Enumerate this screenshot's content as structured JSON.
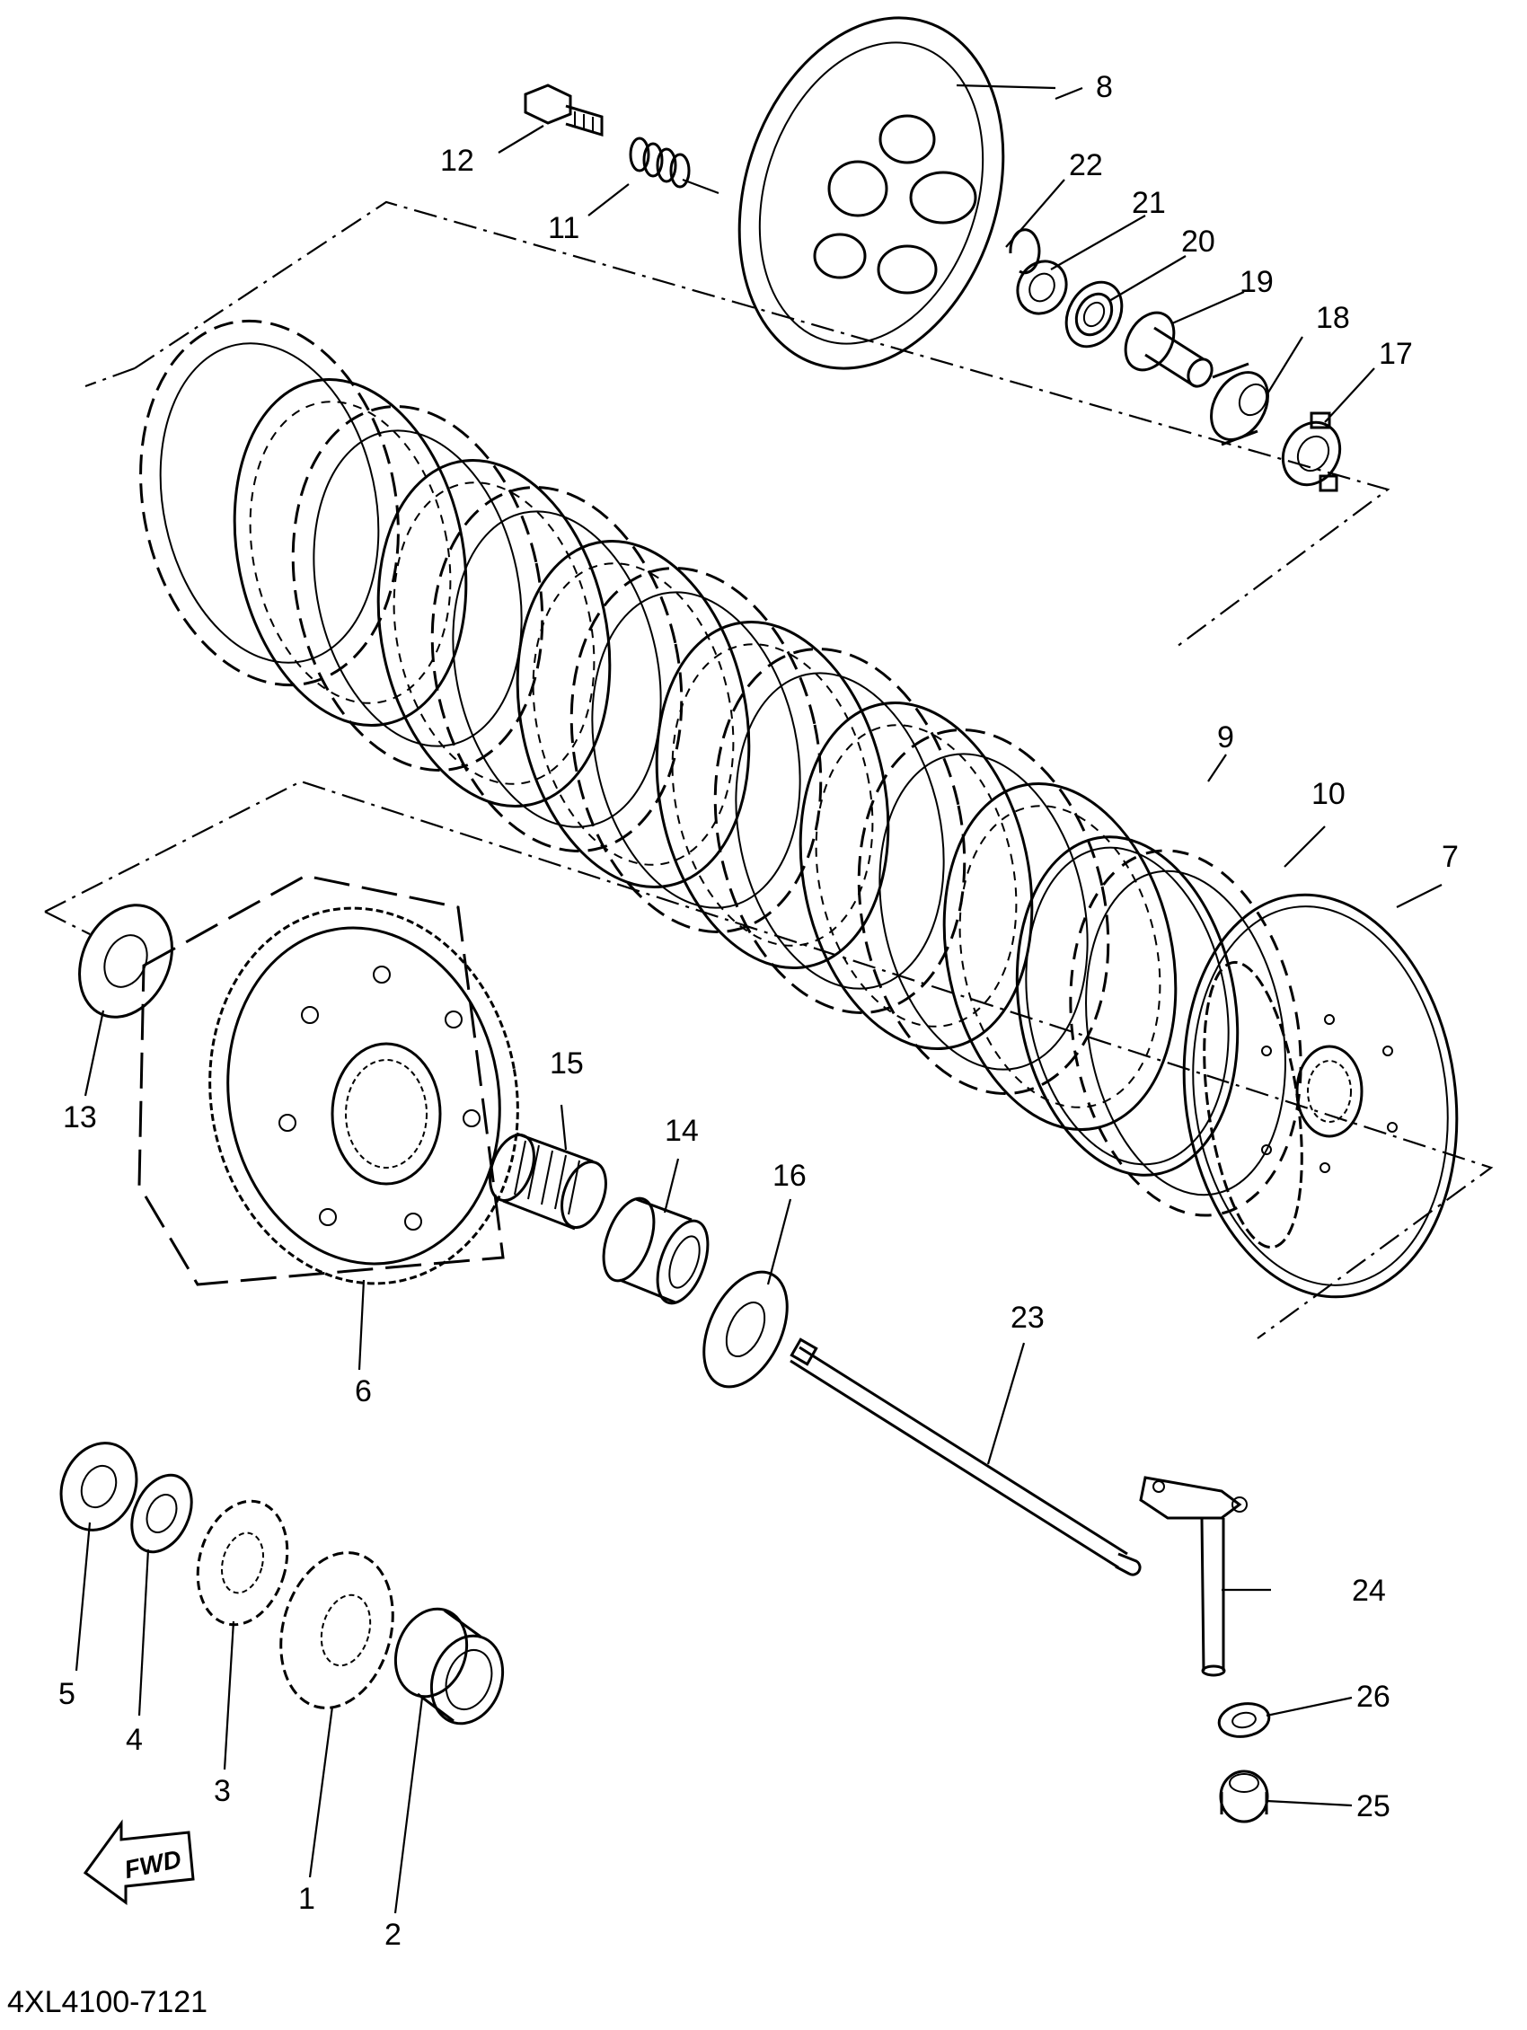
{
  "diagram": {
    "code": "4XL4100-7121",
    "fwd_label": "FWD",
    "callouts": {
      "c1": "1",
      "c2": "2",
      "c3": "3",
      "c4": "4",
      "c5": "5",
      "c6": "6",
      "c7": "7",
      "c8": "8",
      "c9": "9",
      "c10": "10",
      "c11": "11",
      "c12": "12",
      "c13": "13",
      "c14": "14",
      "c15": "15",
      "c16": "16",
      "c17": "17",
      "c18": "18",
      "c19": "19",
      "c20": "20",
      "c21": "21",
      "c22": "22",
      "c23": "23",
      "c24": "24",
      "c25": "25",
      "c26": "26"
    }
  }
}
